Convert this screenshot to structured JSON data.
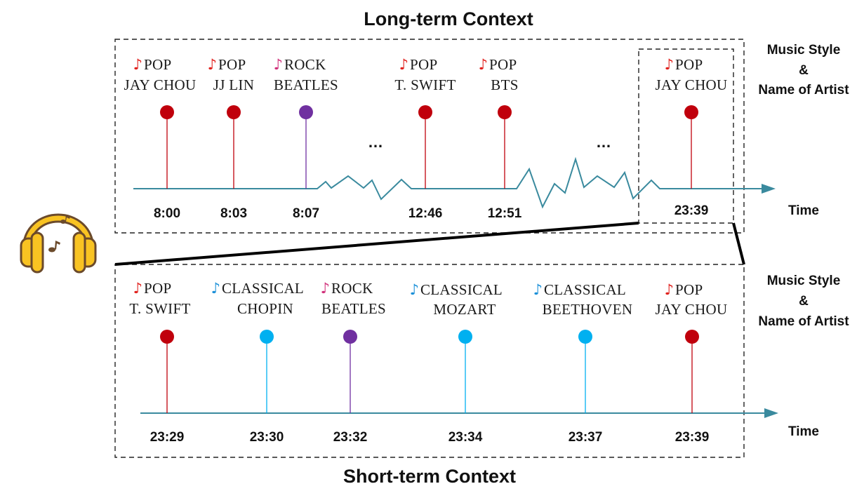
{
  "titles": {
    "long_term": "Long-term Context",
    "short_term": "Short-term Context"
  },
  "side_labels": {
    "line1": "Music Style",
    "line2": "&",
    "line3": "Name of Artist",
    "time": "Time"
  },
  "ellipsis": "…",
  "colors": {
    "pop": "#c0000c",
    "rock": "#7030a0",
    "classical": "#00b0f0",
    "note_pop": "#e0201c",
    "note_rock": "#d0307a",
    "note_classical": "#1a8fd8",
    "axis": "#3a8a9e",
    "headphone": "#f9c322",
    "headphone_outline": "#6b4a2b"
  },
  "long_term_events": [
    {
      "style": "POP",
      "artist": "JAY CHOU",
      "time": "8:00",
      "genre": "pop"
    },
    {
      "style": "POP",
      "artist": "JJ LIN",
      "time": "8:03",
      "genre": "pop"
    },
    {
      "style": "ROCK",
      "artist": "BEATLES",
      "time": "8:07",
      "genre": "rock"
    },
    {
      "style": "POP",
      "artist": "T. SWIFT",
      "time": "12:46",
      "genre": "pop"
    },
    {
      "style": "POP",
      "artist": "BTS",
      "time": "12:51",
      "genre": "pop"
    },
    {
      "style": "POP",
      "artist": "JAY CHOU",
      "time": "23:39",
      "genre": "pop"
    }
  ],
  "short_term_events": [
    {
      "style": "POP",
      "artist": "T. SWIFT",
      "time": "23:29",
      "genre": "pop"
    },
    {
      "style": "CLASSICAL",
      "artist": "CHOPIN",
      "time": "23:30",
      "genre": "classical"
    },
    {
      "style": "ROCK",
      "artist": "BEATLES",
      "time": "23:32",
      "genre": "rock"
    },
    {
      "style": "CLASSICAL",
      "artist": "MOZART",
      "time": "23:34",
      "genre": "classical"
    },
    {
      "style": "CLASSICAL",
      "artist": "BEETHOVEN",
      "time": "23:37",
      "genre": "classical"
    },
    {
      "style": "POP",
      "artist": "JAY CHOU",
      "time": "23:39",
      "genre": "pop"
    }
  ]
}
